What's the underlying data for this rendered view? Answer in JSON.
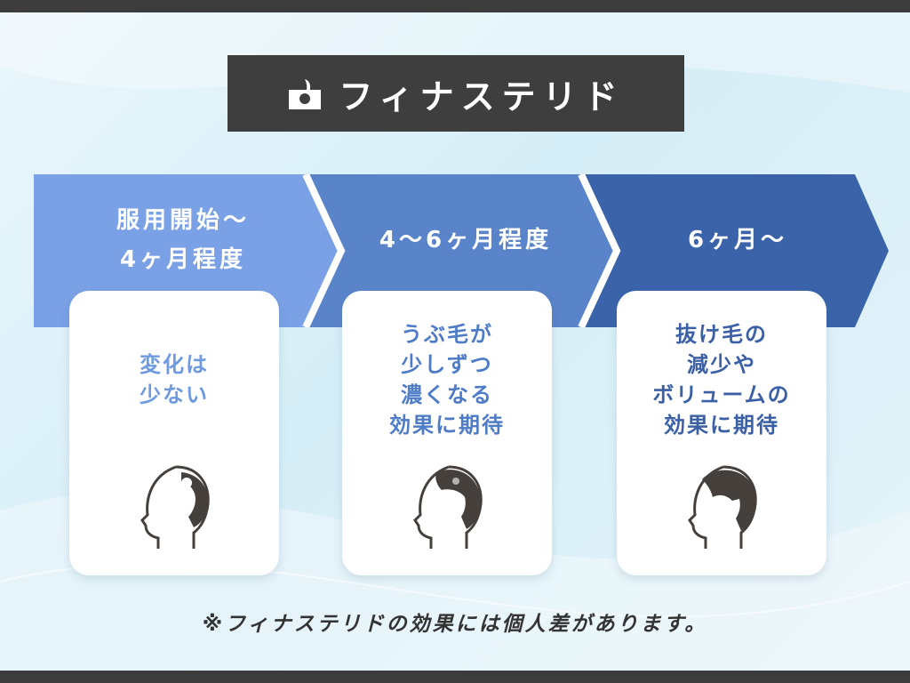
{
  "title": "フィナステリド",
  "colors": {
    "stage1": "#7aa0e6",
    "stage2": "#5a84c9",
    "stage3": "#3a63aa",
    "text1": "#6f9ae0",
    "text2": "#4f7cc7",
    "text3": "#3b60a5",
    "hair": "#45403b"
  },
  "stages": [
    {
      "label_line1": "服用開始〜",
      "label_line2": "4ヶ月程度",
      "card_lines": [
        "変化は",
        "少ない"
      ],
      "icon": "balding-head-icon"
    },
    {
      "label_line1": "4〜6ヶ月程度",
      "card_lines": [
        "うぶ毛が",
        "少しずつ",
        "濃くなる",
        "効果に期待"
      ],
      "icon": "regrowing-head-icon"
    },
    {
      "label_line1": "6ヶ月〜",
      "card_lines": [
        "抜け毛の",
        "減少や",
        "ボリュームの",
        "効果に期待"
      ],
      "icon": "full-hair-head-icon"
    }
  ],
  "footnote": "※フィナステリドの効果には個人差があります。"
}
